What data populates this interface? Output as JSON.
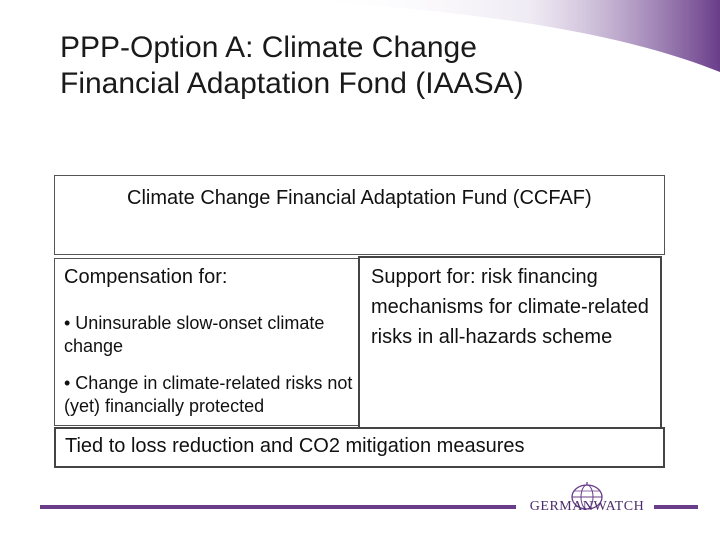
{
  "slide": {
    "title_line1": "PPP-Option A: Climate Change",
    "title_line2": "Financial Adaptation Fond (IAASA)"
  },
  "diagram": {
    "fund_heading": "Climate Change Financial Adaptation Fund (CCFAF)",
    "compensation": {
      "heading": "Compensation for:",
      "items": [
        "• Uninsurable slow-onset climate change",
        "• Change in climate-related risks not (yet) financially protected"
      ]
    },
    "support": {
      "text": "Support for: risk financing mechanisms for climate-related risks in all-hazards scheme"
    },
    "condition": "Tied to loss reduction and CO2 mitigation measures"
  },
  "footer": {
    "logo_text": "GERMANWATCH",
    "accent_color": "#6a3d8a"
  }
}
